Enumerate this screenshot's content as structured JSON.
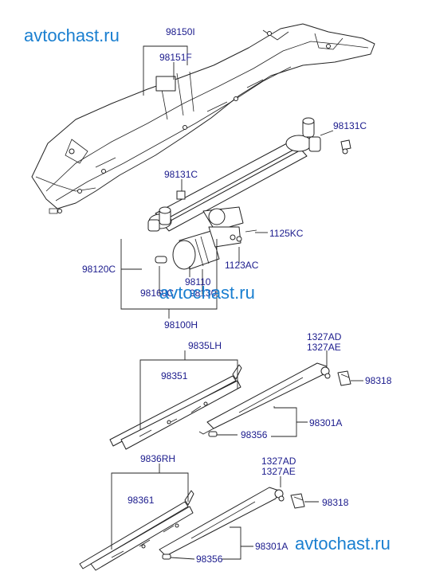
{
  "watermark": "avtochast.ru",
  "labels": {
    "p98150I": "98150I",
    "p98151F": "98151F",
    "p98131C_top": "98131C",
    "p98131C_mid": "98131C",
    "p1125KC": "1125KC",
    "p98120C": "98120C",
    "p1123AC": "1123AC",
    "p98160C": "98160C",
    "p98110": "98110",
    "p98130": "98130",
    "p98100H": "98100H",
    "p9835LH": "9835LH",
    "p98351": "98351",
    "p1327AD_1": "1327AD",
    "p1327AE_1": "1327AE",
    "p98318_1": "98318",
    "p98301A_1": "98301A",
    "p98356_1": "98356",
    "p9836RH": "9836RH",
    "p98361": "98361",
    "p1327AD_2": "1327AD",
    "p1327AE_2": "1327AE",
    "p98318_2": "98318",
    "p98301A_2": "98301A",
    "p98356_2": "98356"
  }
}
